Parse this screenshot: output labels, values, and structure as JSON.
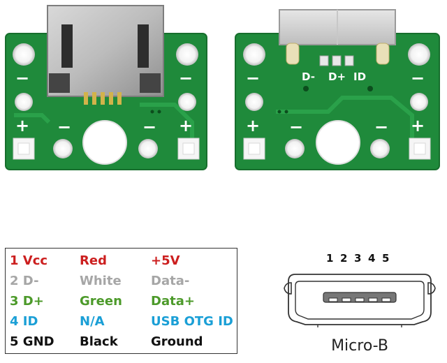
{
  "board_labels": {
    "plus": "+",
    "minus": "−",
    "back_d_minus": "D-",
    "back_d_plus": "D+",
    "back_id": "ID"
  },
  "pin_table": {
    "rows": [
      {
        "pin": "1 Vcc",
        "wire": "Red",
        "signal": "+5V",
        "color": "#cc1f1f"
      },
      {
        "pin": "2 D-",
        "wire": "White",
        "signal": "Data-",
        "color": "#a6a6a6"
      },
      {
        "pin": "3 D+",
        "wire": "Green",
        "signal": "Data+",
        "color": "#4c9a2a"
      },
      {
        "pin": "4 ID",
        "wire": "N/A",
        "signal": "USB OTG ID",
        "color": "#1a9fd6"
      },
      {
        "pin": "5 GND",
        "wire": "Black",
        "signal": "Ground",
        "color": "#111111"
      }
    ]
  },
  "connector": {
    "pin_numbers": [
      "1",
      "2",
      "3",
      "4",
      "5"
    ],
    "label": "Micro-B"
  }
}
